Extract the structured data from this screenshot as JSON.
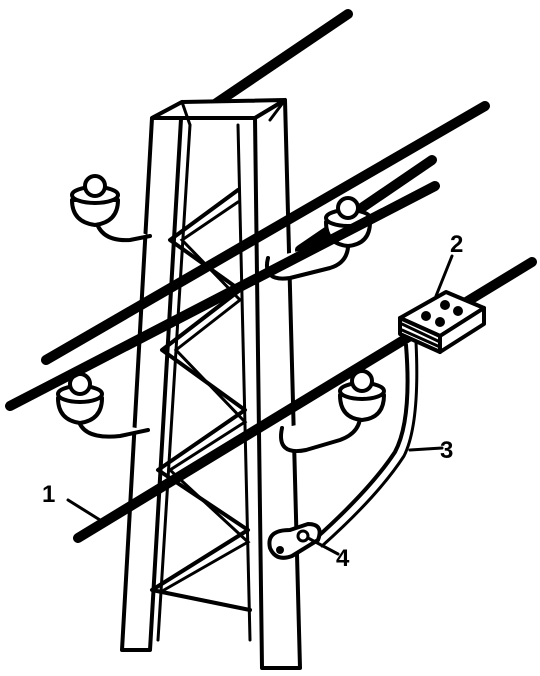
{
  "callouts": [
    {
      "id": "1",
      "text": "1"
    },
    {
      "id": "2",
      "text": "2"
    },
    {
      "id": "3",
      "text": "3"
    },
    {
      "id": "4",
      "text": "4"
    }
  ],
  "colors": {
    "ink": "#000000",
    "paper": "#ffffff"
  }
}
